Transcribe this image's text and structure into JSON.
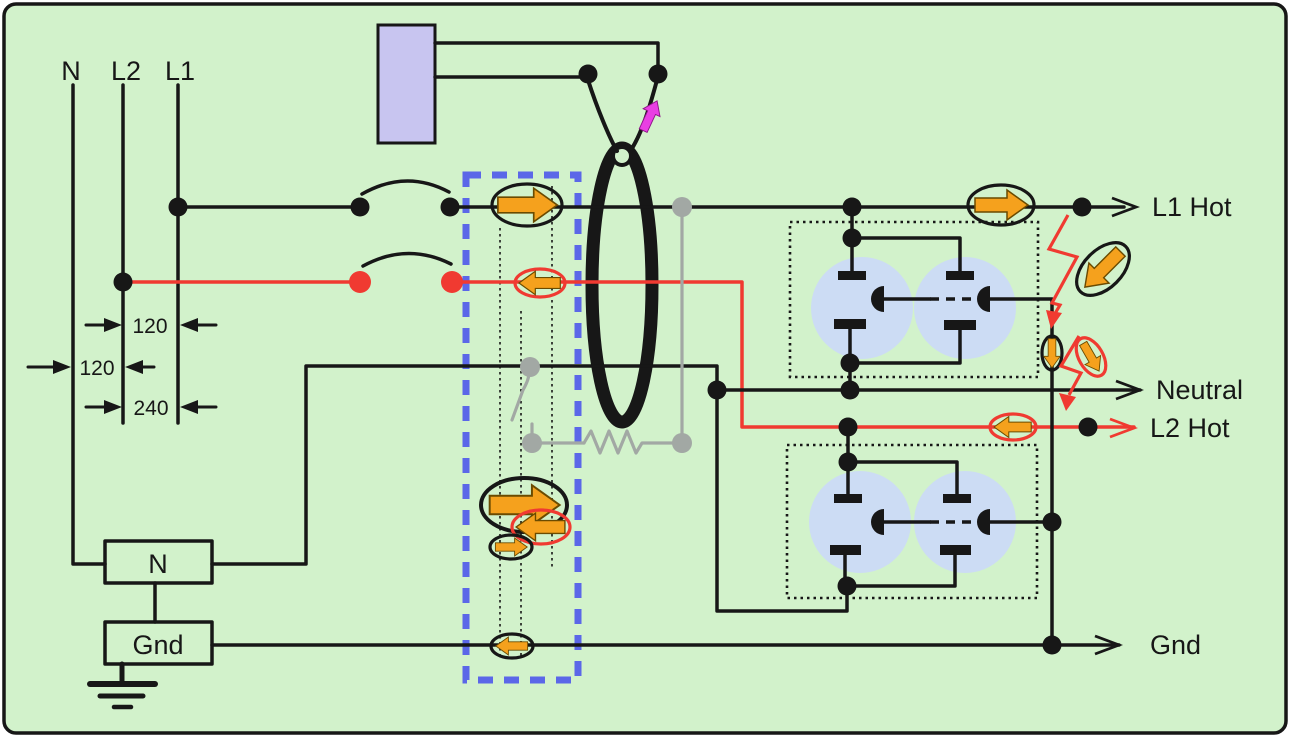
{
  "diagram": {
    "source_labels": {
      "n": "N",
      "l2": "L2",
      "l1": "L1"
    },
    "voltages": {
      "l1_l2_top": "120",
      "n_l2": "120",
      "l1_l2_bottom": "240"
    },
    "output_labels": {
      "l1_hot": "L1 Hot",
      "neutral": "Neutral",
      "l2_hot": "L2 Hot",
      "ground": "Gnd"
    },
    "bond_boxes": {
      "neutral": "N",
      "ground": "Gnd"
    }
  },
  "icons": {
    "orange-arrow-icon": "current flow direction indicator",
    "red-lightning-icon": "fault current path",
    "magenta-arrow-icon": "CT sense output signal"
  },
  "colors": {
    "background": "#d2f2cb",
    "ink": "#171717",
    "red": "#f03a31",
    "gray": "#a2a8a4",
    "orange": "#f5a11d",
    "orange_edge": "#6b4b00",
    "magenta": "#e93fe3",
    "blue_dash": "#5b67e8",
    "lavender": "#c8c5f0",
    "pale_blue": "#ccdcf4"
  }
}
